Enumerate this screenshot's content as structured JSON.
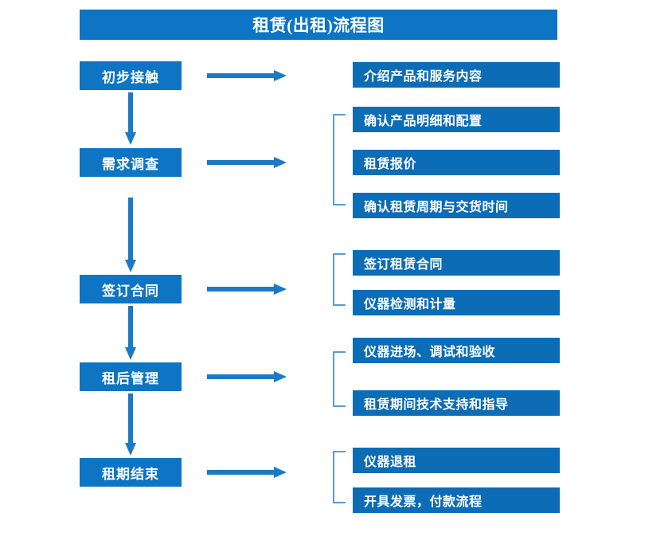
{
  "diagram": {
    "title": "租赁(出租)流程图",
    "colors": {
      "title_bar": "#0d75c3",
      "stage_box": "#0d75c3",
      "detail_box": "#0c6cb6",
      "arrow": "#1b7ac4",
      "bracket": "#5b9bd5",
      "text": "#ffffff",
      "background": "#ffffff"
    },
    "type": "flowchart",
    "stages": [
      {
        "label": "初步接触",
        "details": [
          "介绍产品和服务内容"
        ],
        "bracketed": false
      },
      {
        "label": "需求调查",
        "details": [
          "确认产品明细和配置",
          "租赁报价",
          "确认租赁周期与交货时间"
        ],
        "bracketed": true
      },
      {
        "label": "签订合同",
        "details": [
          "签订租赁合同",
          "仪器检测和计量"
        ],
        "bracketed": true
      },
      {
        "label": "租后管理",
        "details": [
          "仪器进场、调试和验收",
          "租赁期间技术支持和指导"
        ],
        "bracketed": true
      },
      {
        "label": "租期结束",
        "details": [
          "仪器退租",
          "开具发票，付款流程"
        ],
        "bracketed": true
      }
    ]
  }
}
